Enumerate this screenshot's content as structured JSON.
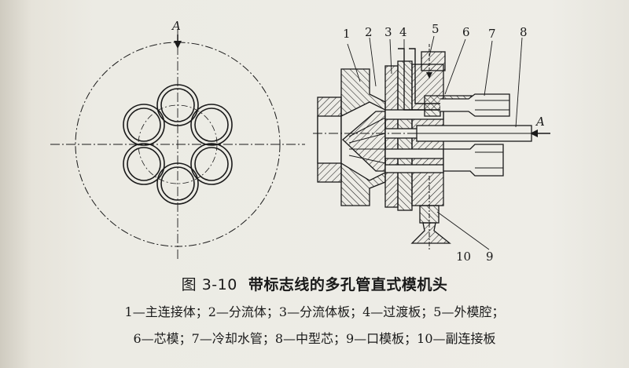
{
  "figure": {
    "section_mark_left": "A",
    "section_mark_right": "A",
    "part_labels": [
      "1",
      "2",
      "3",
      "4",
      "5",
      "6",
      "7",
      "8",
      "9",
      "10"
    ]
  },
  "caption": {
    "number": "图 3-10",
    "title": "带标志线的多孔管直式模机头"
  },
  "legend": {
    "line1": "1—主连接体；2—分流体；3—分流体板；4—过渡板；5—外模腔；",
    "line2": "6—芯模；7—冷却水管；8—中型芯；9—口模板；10—副连接板"
  },
  "colors": {
    "ink": "#1a1a1a",
    "paper": "#eeede7"
  }
}
